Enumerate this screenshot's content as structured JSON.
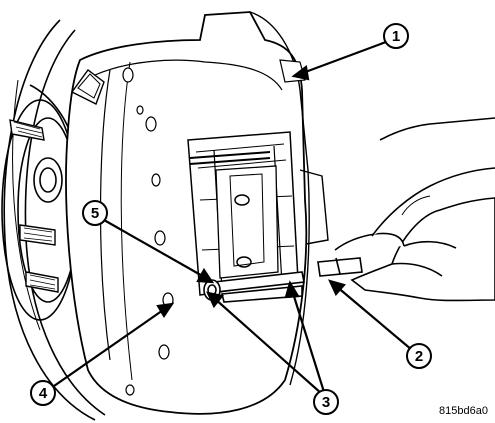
{
  "diagram": {
    "callouts": [
      {
        "id": "callout-1",
        "label": "1"
      },
      {
        "id": "callout-2",
        "label": "2"
      },
      {
        "id": "callout-3",
        "label": "3"
      },
      {
        "id": "callout-4",
        "label": "4"
      },
      {
        "id": "callout-5",
        "label": "5"
      }
    ],
    "figure_code": "815bd6a0"
  }
}
